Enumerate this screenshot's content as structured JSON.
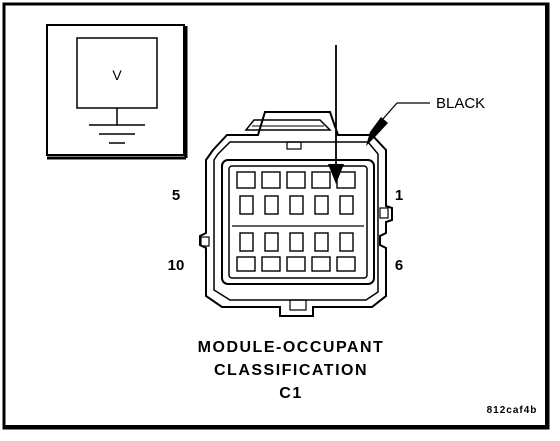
{
  "meter": {
    "label": "V"
  },
  "callout": {
    "label": "BLACK"
  },
  "pins": {
    "top_right": "1",
    "top_left": "5",
    "bottom_right": "6",
    "bottom_left": "10"
  },
  "caption": {
    "line1": "MODULE-OCCUPANT",
    "line2": "CLASSIFICATION",
    "line3": "C1"
  },
  "figure_id": "812caf4b",
  "colors": {
    "ink": "#000000",
    "paper": "#ffffff"
  }
}
